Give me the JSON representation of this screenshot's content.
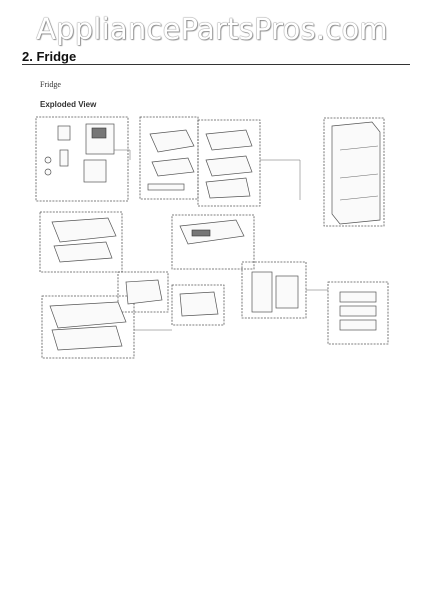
{
  "header": {
    "watermark": "AppliancePartsPros.com",
    "section_title": "2.  Fridge"
  },
  "content": {
    "subtitle": "Fridge",
    "view_label": "Exploded View"
  }
}
